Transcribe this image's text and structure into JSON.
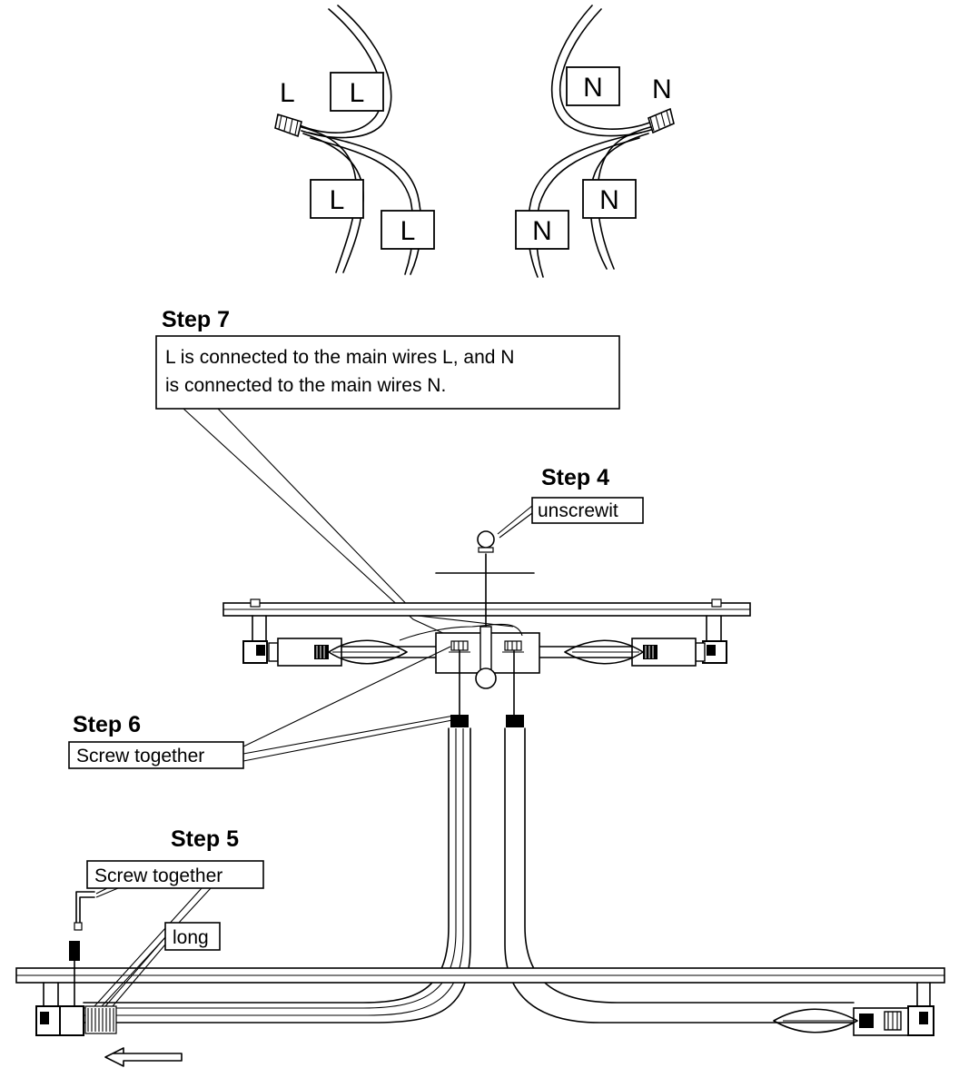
{
  "wiring_detail": {
    "live_marker": "L",
    "neutral_marker": "N",
    "live_tags": [
      "L",
      "L",
      "L"
    ],
    "neutral_tags": [
      "N",
      "N",
      "N"
    ]
  },
  "steps": {
    "step7": {
      "title": "Step 7",
      "line1": "L is connected to the main wires L, and N",
      "line2": "is connected to the main wires N."
    },
    "step4": {
      "title": "Step 4",
      "label": "unscrewit"
    },
    "step6": {
      "title": "Step 6",
      "label": "Screw together"
    },
    "step5": {
      "title": "Step 5",
      "label": "Screw together",
      "sub_label": "long"
    }
  }
}
